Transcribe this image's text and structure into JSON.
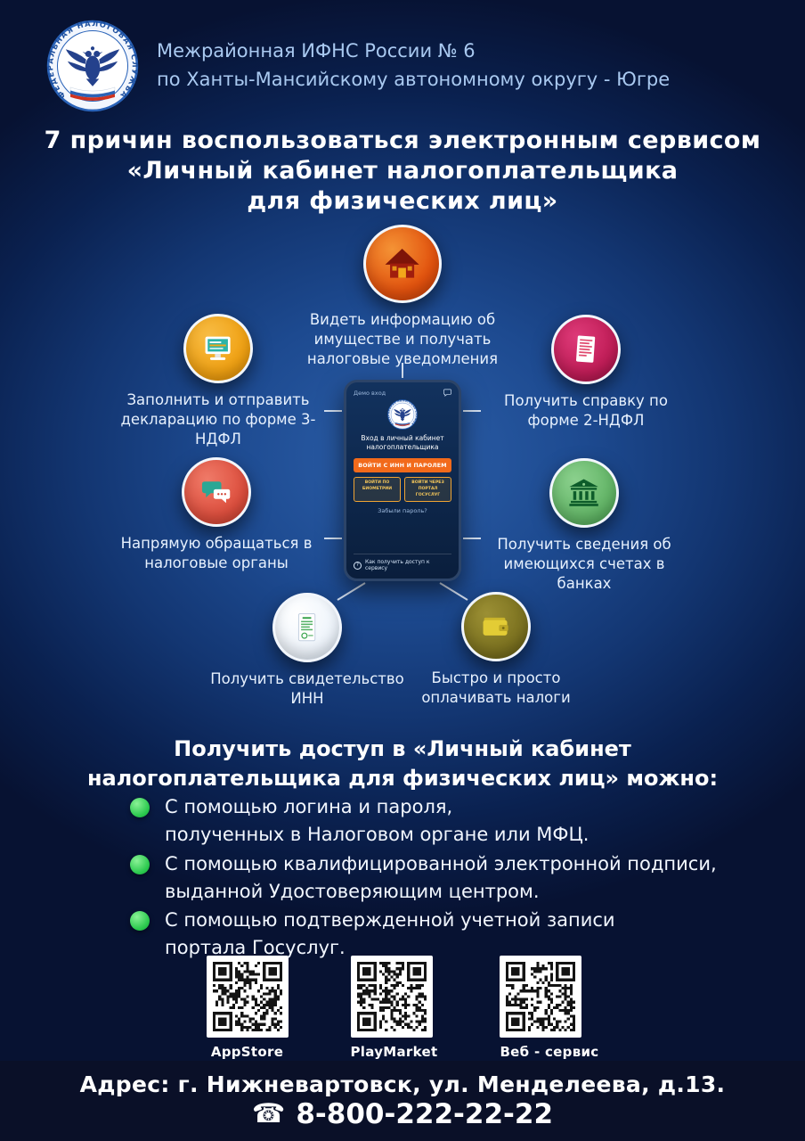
{
  "logo": {
    "ring_text": "ФЕДЕРАЛЬНАЯ НАЛОГОВАЯ СЛУЖБА"
  },
  "header": {
    "org_line1": "Межрайонная ИФНС России № 6",
    "org_line2": "по Ханты-Мансийскому автономному округу - Югре"
  },
  "title": {
    "line1": "7  причин воспользоваться электронным сервисом",
    "line2": "«Личный кабинет налогоплательщика",
    "line3": "для физических лиц»"
  },
  "reasons": [
    {
      "icon": "house-icon",
      "label": "Видеть информацию об имуществе и получать налоговые уведомления"
    },
    {
      "icon": "monitor-icon",
      "label": "Заполнить и отправить декларацию по форме 3-НДФЛ"
    },
    {
      "icon": "document-icon",
      "label": "Получить справку по форме 2-НДФЛ"
    },
    {
      "icon": "chat-icon",
      "label": "Напрямую обращаться в налоговые органы"
    },
    {
      "icon": "bank-icon",
      "label": "Получить сведения об имеющихся  счетах в банках"
    },
    {
      "icon": "certificate-icon",
      "label": "Получить свидетельство ИНН"
    },
    {
      "icon": "wallet-icon",
      "label": "Быстро и просто оплачивать налоги"
    }
  ],
  "phone_mockup": {
    "demo_label": "Демо вход",
    "login_title": "Вход в личный кабинет налогоплательщика",
    "primary_button": "ВОЙТИ С ИНН И ПАРОЛЕМ",
    "biometry_button": "ВОЙТИ ПО БИОМЕТРИИ",
    "gosuslugi_button": "ВОЙТИ ЧЕРЕЗ ПОРТАЛ ГОСУСЛУГ",
    "forgot_password": "Забыли пароль?",
    "help_link": "Как получить доступ к сервису",
    "help_icon": "?"
  },
  "access": {
    "heading_line1": "Получить доступ в «Личный кабинет",
    "heading_line2": "налогоплательщика для физических лиц» можно:",
    "items": [
      "С помощью логина и пароля,\nполученных в Налоговом органе или МФЦ.",
      "С помощью квалифицированной электронной подписи,\nвыданной Удостоверяющим центром.",
      "С помощью подтвержденной учетной записи\nпортала Госуслуг."
    ]
  },
  "qr_codes": [
    {
      "label": "AppStore"
    },
    {
      "label": "PlayMarket"
    },
    {
      "label": "Веб - сервис"
    }
  ],
  "footer": {
    "address": "Адрес: г. Нижневартовск, ул. Менделеева, д.13.",
    "phone_icon": "☎",
    "phone": "8-800-222-22-22"
  },
  "colors": {
    "accent_orange": "#f26a1b",
    "bullet_green": "#2bc94e",
    "background_center": "#2c5fa9",
    "background_edge": "#071232",
    "footer_band": "#0a1028",
    "header_text": "#a9c9f0"
  }
}
